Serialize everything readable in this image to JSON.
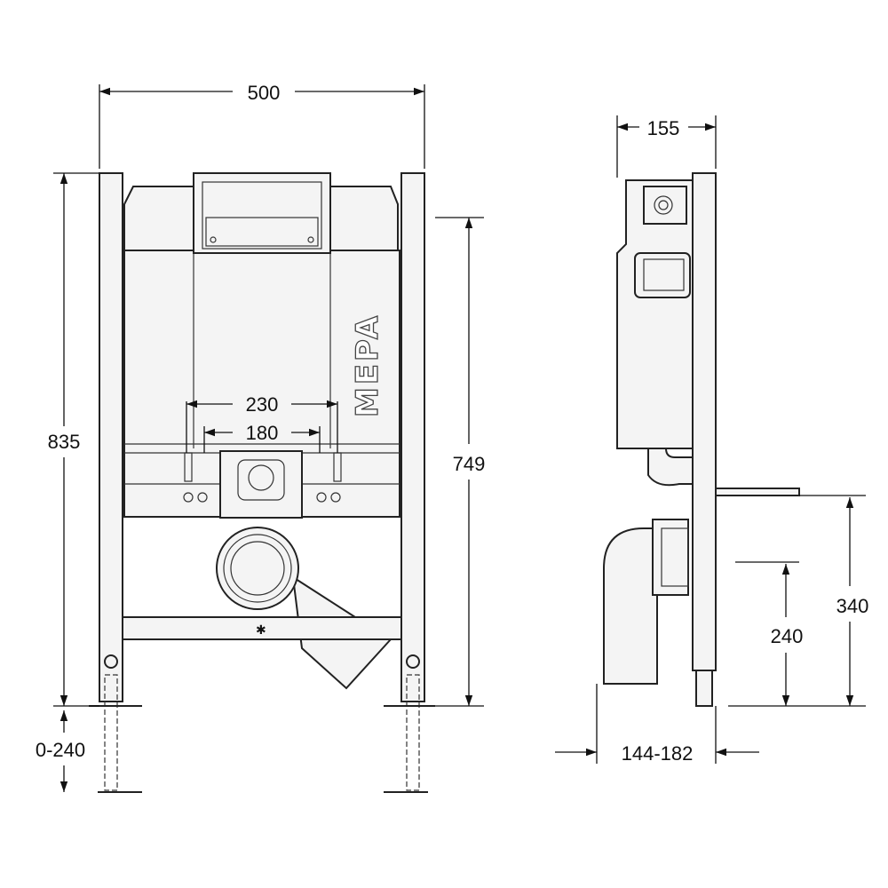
{
  "title": "Installation frame technical drawing",
  "logo": "MEPA",
  "front_view": {
    "dimensions": {
      "width": "500",
      "height": "835",
      "height_inner": "749",
      "outer_spacing": "230",
      "inner_spacing": "180",
      "feet_adjust": "0-240"
    }
  },
  "side_view": {
    "dimensions": {
      "depth": "155",
      "pipe_height": "340",
      "outlet_height": "240",
      "wall_distance": "144-182"
    }
  }
}
